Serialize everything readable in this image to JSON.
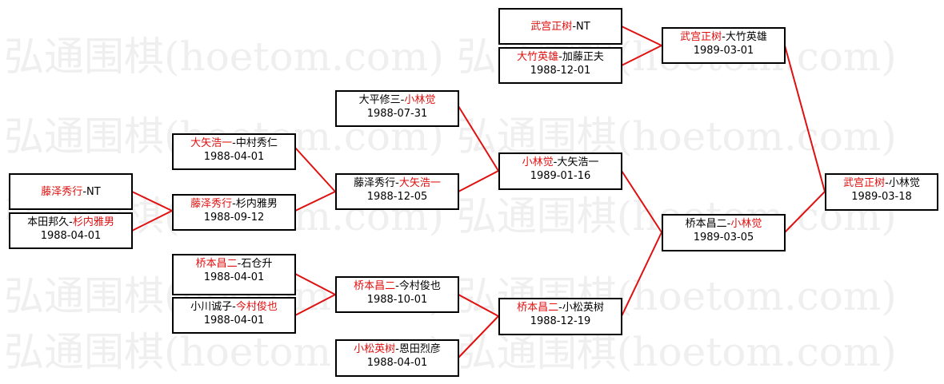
{
  "watermark": "弘通围棋(hoetom.com) 弘通围棋(hoetom.com)",
  "colors": {
    "winner": "#e01010",
    "line": "#e01010",
    "border": "#000000"
  },
  "matches": {
    "r1_fujisawa_nt": {
      "p1": "藤泽秀行",
      "sep": "-",
      "p2": "NT",
      "winner": 1,
      "date": ""
    },
    "r1_honda_sugiuchi": {
      "p1": "本田邦久",
      "sep": "-",
      "p2": "杉内雅男",
      "winner": 2,
      "date": "1988-04-01"
    },
    "r2_fujisawa_sugiuchi": {
      "p1": "藤泽秀行",
      "sep": "-",
      "p2": "杉内雅男",
      "winner": 1,
      "date": "1988-09-12"
    },
    "r2_oya_nakamura": {
      "p1": "大矢浩一",
      "sep": "-",
      "p2": "中村秀仁",
      "winner": 1,
      "date": "1988-04-01"
    },
    "r3_fujisawa_oya": {
      "p1": "藤泽秀行",
      "sep": "-",
      "p2": "大矢浩一",
      "winner": 2,
      "date": "1988-12-05"
    },
    "r3_ohira_kobayashi": {
      "p1": "大平修三",
      "sep": "-",
      "p2": "小林觉",
      "winner": 2,
      "date": "1988-07-31"
    },
    "r4_kobayashi_oya": {
      "p1": "小林觉",
      "sep": "-",
      "p2": "大矢浩一",
      "winner": 1,
      "date": "1989-01-16"
    },
    "r1_hashimoto_ishikura": {
      "p1": "桥本昌二",
      "sep": "-",
      "p2": "石仓升",
      "winner": 1,
      "date": "1988-04-01"
    },
    "r1_ogawa_imamura": {
      "p1": "小川诚子",
      "sep": "-",
      "p2": "今村俊也",
      "winner": 2,
      "date": "1988-04-01"
    },
    "r2_hashimoto_imamura": {
      "p1": "桥本昌二",
      "sep": "-",
      "p2": "今村俊也",
      "winner": 1,
      "date": "1988-10-01"
    },
    "r2_komatsu_onda": {
      "p1": "小松英树",
      "sep": "-",
      "p2": "恩田烈彦",
      "winner": 1,
      "date": "1988-04-01"
    },
    "r3_hashimoto_komatsu": {
      "p1": "桥本昌二",
      "sep": "-",
      "p2": "小松英树",
      "winner": 1,
      "date": "1988-12-19"
    },
    "r4_hashimoto_kobayashi": {
      "p1": "桥本昌二",
      "sep": "-",
      "p2": "小林觉",
      "winner": 2,
      "date": "1989-03-05"
    },
    "r1_takemiya_nt": {
      "p1": "武宫正树",
      "sep": "-",
      "p2": "NT",
      "winner": 1,
      "date": ""
    },
    "r1_otake_kato": {
      "p1": "大竹英雄",
      "sep": "-",
      "p2": "加藤正夫",
      "winner": 1,
      "date": "1988-12-01"
    },
    "r2_takemiya_otake": {
      "p1": "武宫正树",
      "sep": "-",
      "p2": "大竹英雄",
      "winner": 1,
      "date": "1989-03-01"
    },
    "final_takemiya_kobayashi": {
      "p1": "武宫正树",
      "sep": "-",
      "p2": "小林觉",
      "winner": 1,
      "date": "1989-03-18"
    }
  }
}
